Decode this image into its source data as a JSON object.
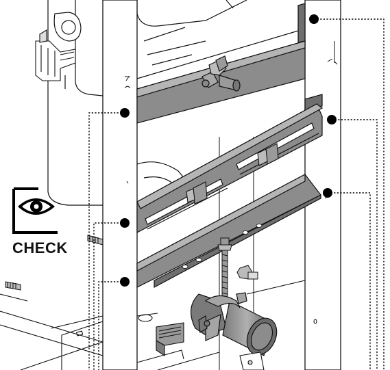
{
  "check": {
    "label": "CHECK",
    "icon": "eye-icon"
  },
  "colors": {
    "line": "#111111",
    "rail_fill": "#8c8c8c",
    "rail_dark": "#6f6f6f",
    "rail_light": "#b5b5b5",
    "pipe_fill": "#9a9a9a",
    "callout": "#000000",
    "background": "#ffffff"
  },
  "callouts": {
    "right_count": 3,
    "left_count": 3
  }
}
